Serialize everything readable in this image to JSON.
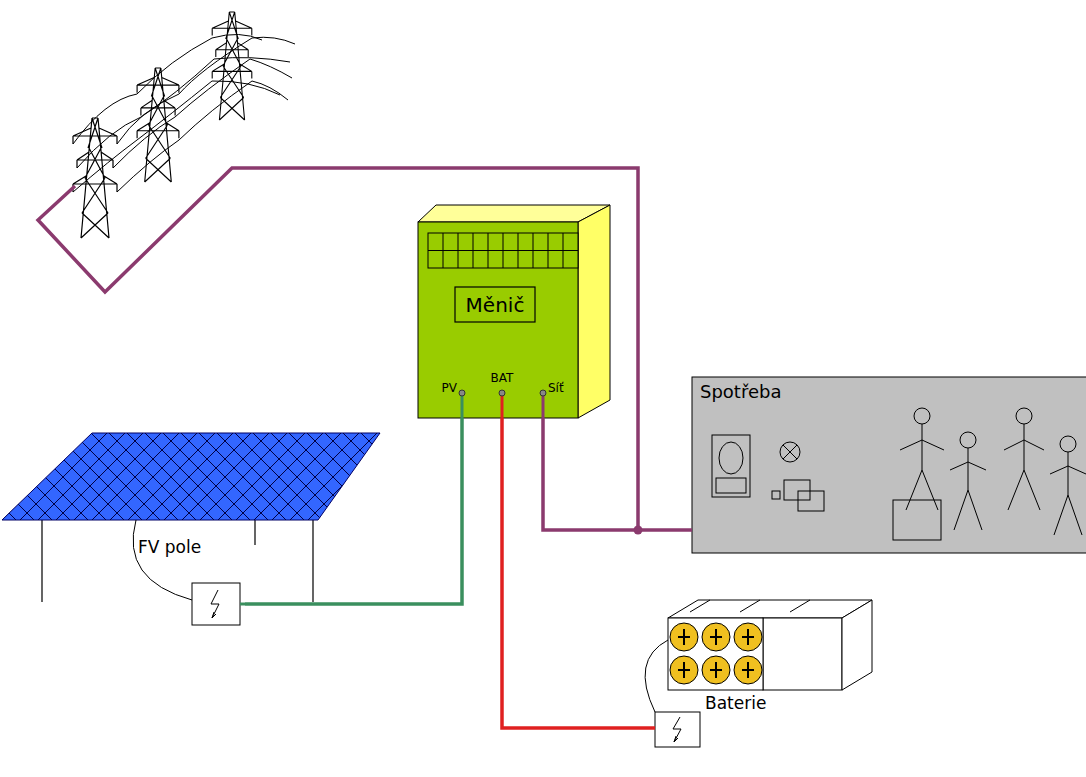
{
  "diagram": {
    "nodes": [
      {
        "text": [
          "Měnič",
          "PV",
          "BAT",
          "Síť"
        ]
      },
      {
        "text": [
          "Spotřeba"
        ]
      },
      {
        "text": [
          "FV pole"
        ]
      },
      {
        "text": [
          "Baterie"
        ]
      }
    ],
    "edges": [
      {
        "from": 2,
        "to": 0,
        "arrow": "none"
      },
      {
        "from": 0,
        "to": 1,
        "arrow": "none"
      },
      {
        "from": 0,
        "to": 3,
        "arrow": "none"
      }
    ]
  }
}
